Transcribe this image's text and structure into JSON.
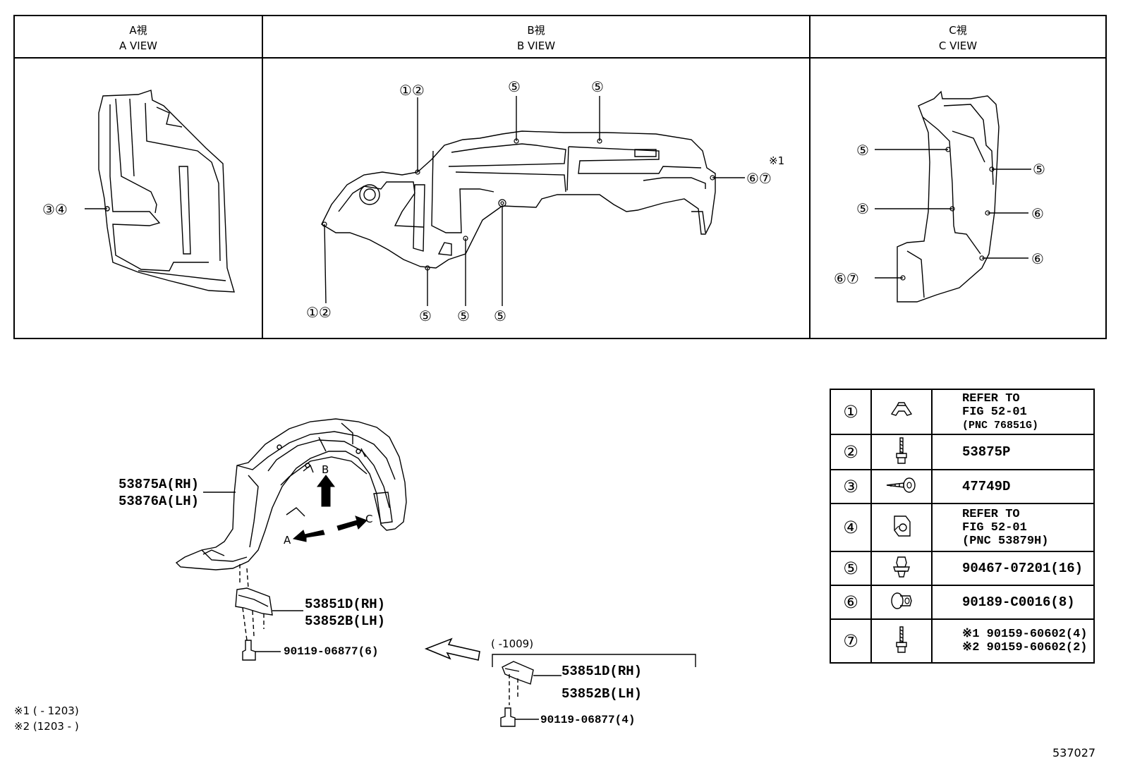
{
  "views": [
    {
      "label_jp": "A視",
      "label_en": "A VIEW"
    },
    {
      "label_jp": "B視",
      "label_en": "B VIEW"
    },
    {
      "label_jp": "C視",
      "label_en": "C VIEW"
    }
  ],
  "callouts": {
    "a_34": "③④",
    "b_12_top": "①②",
    "b_12_bottom": "①②",
    "b_5": "⑤",
    "b_67": "⑥⑦",
    "b_note1": "※1",
    "c_5": "⑤",
    "c_6": "⑥",
    "c_67": "⑥⑦"
  },
  "parts": {
    "liner_rh": "53875A(RH)",
    "liner_lh": "53876A(LH)",
    "seal_rh": "53851D(RH)",
    "seal_lh": "53852B(LH)",
    "bolt_main": "90119-06877(6)",
    "seal2_rh": "53851D(RH)",
    "seal2_lh": "53852B(LH)",
    "bolt_alt": "90119-06877(4)",
    "date_range": "(    -1009)",
    "arrow_a": "A",
    "arrow_b": "B",
    "arrow_c": "C"
  },
  "footnotes": {
    "n1": "※1 (     - 1203)",
    "n2": "※2 (1203 -     )"
  },
  "figure_id": "537027",
  "legend": [
    {
      "num": "①",
      "lines": [
        "REFER TO",
        "FIG 52-01",
        "(PNC 76851G)"
      ],
      "icon": "clip-icon"
    },
    {
      "num": "②",
      "lines": [
        "53875P"
      ],
      "icon": "screw-icon"
    },
    {
      "num": "③",
      "lines": [
        "47749D"
      ],
      "icon": "pin-icon"
    },
    {
      "num": "④",
      "lines": [
        "REFER TO",
        "FIG 52-01",
        "(PNC 53879H)"
      ],
      "icon": "nut-clip-icon"
    },
    {
      "num": "⑤",
      "lines": [
        "90467-07201(16)"
      ],
      "icon": "push-clip-icon"
    },
    {
      "num": "⑥",
      "lines": [
        "90189-C0016(8)"
      ],
      "icon": "grommet-icon"
    },
    {
      "num": "⑦",
      "lines": [
        "※1 90159-60602(4)",
        "※2 90159-60602(2)"
      ],
      "icon": "screw-icon"
    }
  ]
}
